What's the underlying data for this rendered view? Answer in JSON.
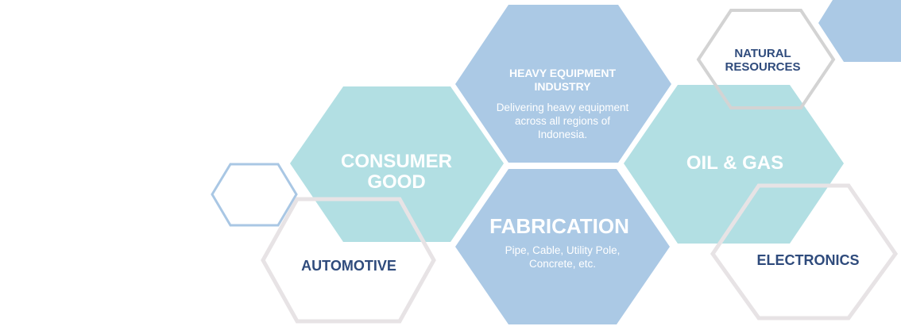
{
  "colors": {
    "blue": "#abc9e5",
    "teal": "#b2dfe3",
    "outline_grey": "#e7e3e5",
    "outline_blue": "#a9c7e4",
    "navy": "#2f4b7c"
  },
  "hexes": {
    "heavy_equipment": {
      "title_line1": "HEAVY EQUIPMENT",
      "title_line2": "INDUSTRY",
      "desc_line1": "Delivering heavy equipment",
      "desc_line2": "across all regions of",
      "desc_line3": "Indonesia."
    },
    "consumer_good": {
      "title_line1": "CONSUMER",
      "title_line2": "GOOD"
    },
    "fabrication": {
      "title": "FABRICATION",
      "desc_line1": "Pipe, Cable, Utility Pole,",
      "desc_line2": "Concrete, etc."
    },
    "oil_gas": {
      "title": "OIL & GAS"
    },
    "natural_resources": {
      "title_line1": "NATURAL",
      "title_line2": "RESOURCES"
    },
    "automotive": {
      "title": "AUTOMOTIVE"
    },
    "electronics": {
      "title": "ELECTRONICS"
    }
  }
}
